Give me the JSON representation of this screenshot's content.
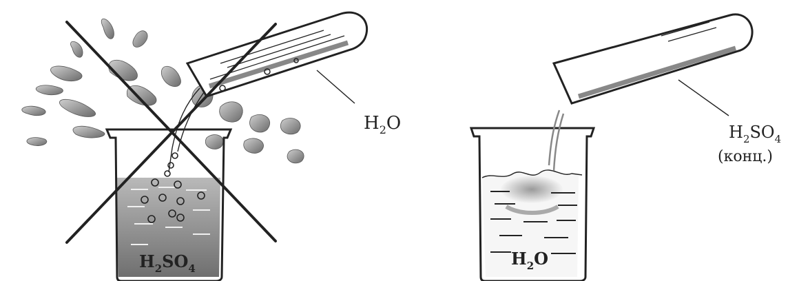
{
  "left_panel": {
    "status": "wrong",
    "tube_label": {
      "main": "H",
      "sub": "2",
      "rest": "O"
    },
    "beaker_label": {
      "main": "H",
      "sub1": "2",
      "mid": "SO",
      "sub2": "4"
    }
  },
  "right_panel": {
    "status": "correct",
    "tube_label": {
      "main": "H",
      "sub1": "2",
      "mid": "SO",
      "sub2": "4",
      "note": "(конц.)"
    },
    "beaker_label": {
      "main": "H",
      "sub": "2",
      "rest": "O"
    }
  },
  "colors": {
    "ink": "#222222",
    "acid_fill": "#8a8a8a",
    "splash": "#7d7d7d",
    "water_fill": "#f2f2f2"
  }
}
